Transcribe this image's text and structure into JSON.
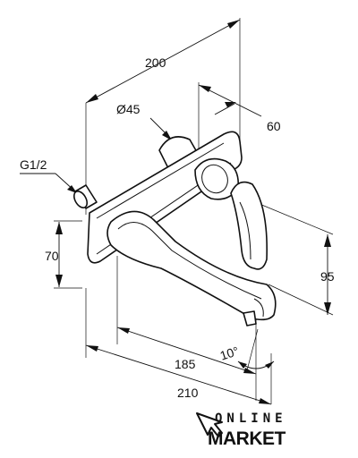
{
  "dimensions": {
    "overall_width": "200",
    "outlet_diameter": "Ø45",
    "projection_depth": "60",
    "thread": "G1/2",
    "plate_height": "70",
    "spout_height": "95",
    "spout_reach": "185",
    "total_reach": "210",
    "angle": "10°"
  },
  "logo": {
    "line1": "ONLINE",
    "line2": "MARKET"
  }
}
